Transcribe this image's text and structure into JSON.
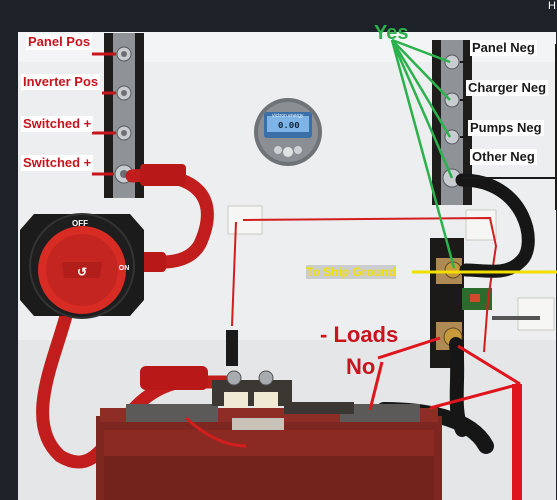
{
  "window": {
    "corner_char": "H"
  },
  "labels_left": {
    "panel_pos": "Panel Pos",
    "inverter_pos": "Inverter Pos",
    "switched_1": "Switched +",
    "switched_2": "Switched +"
  },
  "labels_right": {
    "yes": "Yes",
    "panel_neg": "Panel Neg",
    "charger_neg": "Charger Neg",
    "pumps_neg": "Pumps Neg",
    "other_neg": "Other Neg",
    "to_ship_ground": "To Ship Ground"
  },
  "labels_bottom": {
    "loads": "- Loads",
    "no": "No"
  },
  "switch": {
    "off_label": "OFF",
    "on_label": "ON"
  },
  "monitor": {
    "brand": "victron energy",
    "reading": "0.00"
  },
  "colors": {
    "annotation_red": "#c8141c",
    "annotation_green": "#2bb24c",
    "annotation_yellow": "#f2df00",
    "wall": "#eef0f1",
    "busbar_wood": "#1c1a18",
    "battery": "#8a2a22"
  }
}
